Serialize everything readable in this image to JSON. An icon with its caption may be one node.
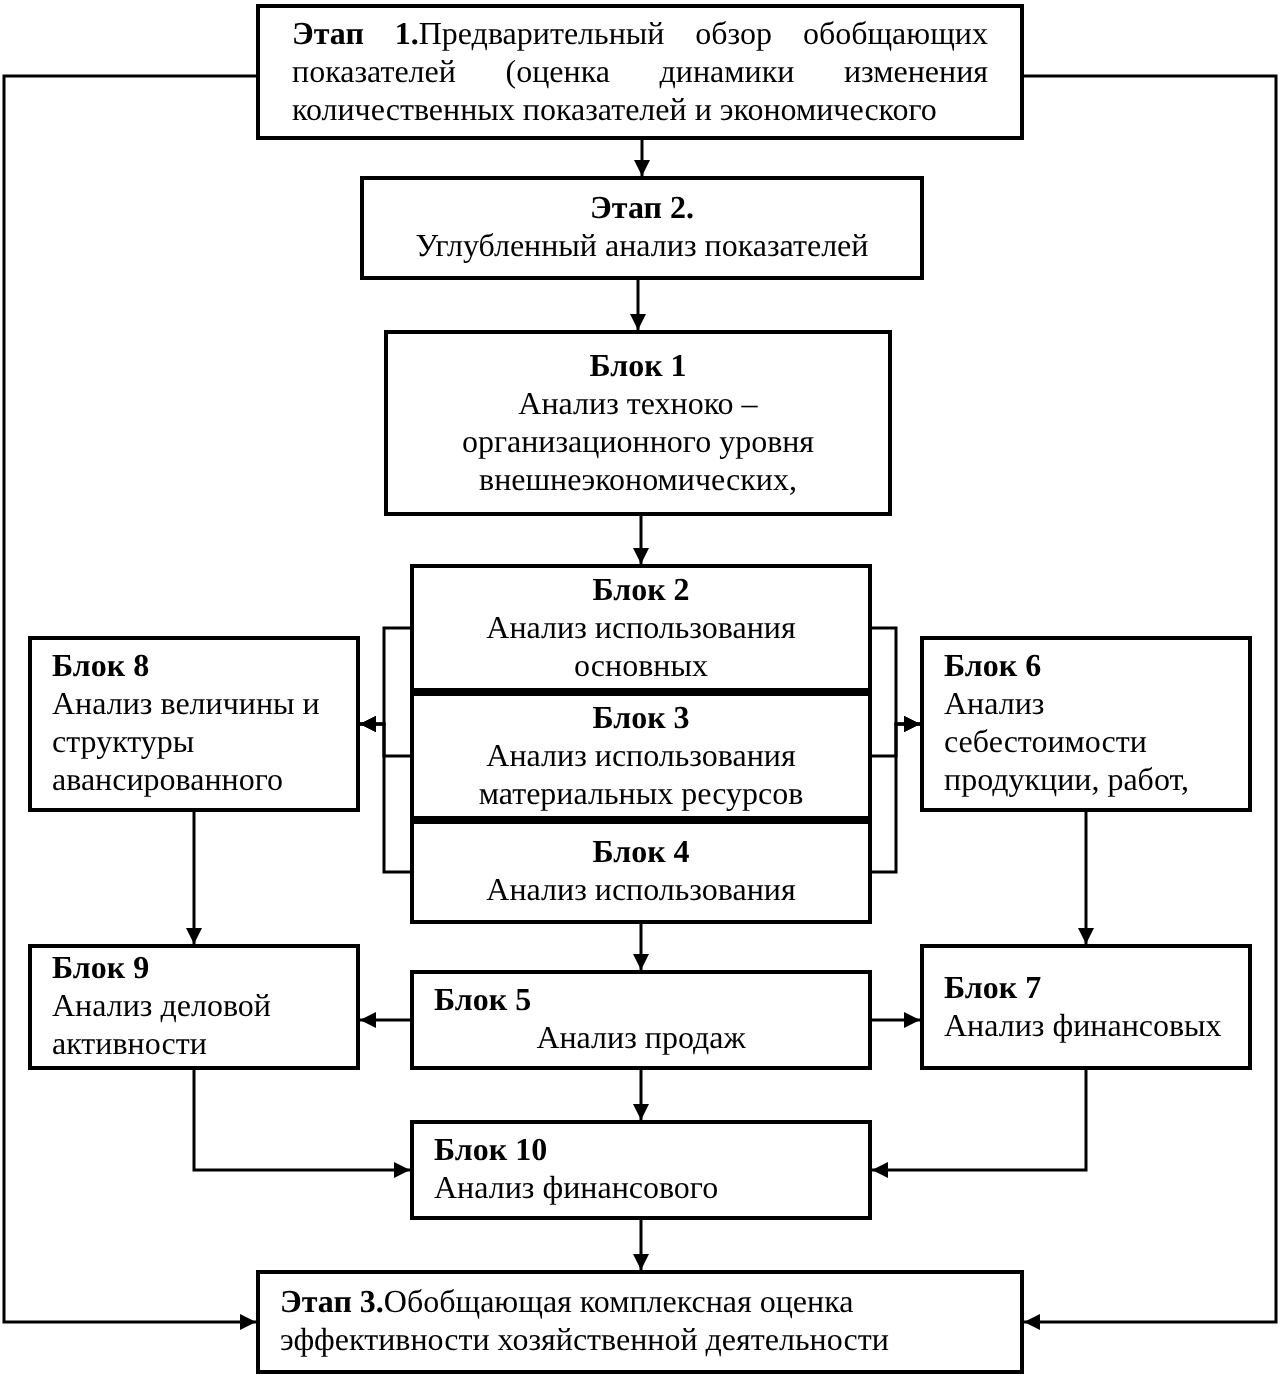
{
  "diagram": {
    "nodes": [
      {
        "text": [
          "**Этап 1.**Предварительный обзор обобщающих показателей (оценка динамики изменения количественных показателей и экономического"
        ]
      },
      {
        "text": [
          "Этап 2.",
          "Углубленный анализ показателей"
        ]
      },
      {
        "text": [
          "Блок 1",
          "Анализ техноко – организационного уровня внешнеэкономических,"
        ]
      },
      {
        "text": [
          "Блок 2",
          "Анализ использования основных"
        ]
      },
      {
        "text": [
          "Блок 3",
          "Анализ использования материальных ресурсов"
        ]
      },
      {
        "text": [
          "Блок 4",
          "Анализ использования"
        ]
      },
      {
        "text": [
          "Блок 8",
          "Анализ величины и структуры авансированного"
        ]
      },
      {
        "text": [
          "Блок 6",
          "Анализ себестоимости продукции, работ,"
        ]
      },
      {
        "text": [
          "Блок 9",
          "Анализ деловой активности"
        ]
      },
      {
        "text": [
          "Блок 5",
          "Анализ продаж"
        ]
      },
      {
        "text": [
          "Блок 7",
          "Анализ финансовых"
        ]
      },
      {
        "text": [
          "Блок 10",
          "Анализ финансового"
        ]
      },
      {
        "text": [
          "**Этап 3.**Обобщающая комплексная оценка эффективности хозяйственной деятельности"
        ]
      }
    ],
    "edges": [
      {
        "from": 0,
        "to": 1,
        "arrow": "to"
      },
      {
        "from": 1,
        "to": 2,
        "arrow": "to"
      },
      {
        "from": 2,
        "to": 3,
        "arrow": "to"
      },
      {
        "from": 3,
        "to": 6,
        "arrow": "to"
      },
      {
        "from": 4,
        "to": 6,
        "arrow": "to"
      },
      {
        "from": 5,
        "to": 6,
        "arrow": "to"
      },
      {
        "from": 3,
        "to": 7,
        "arrow": "to"
      },
      {
        "from": 4,
        "to": 7,
        "arrow": "to"
      },
      {
        "from": 5,
        "to": 7,
        "arrow": "to"
      },
      {
        "from": 5,
        "to": 9,
        "arrow": "to"
      },
      {
        "from": 6,
        "to": 8,
        "arrow": "to"
      },
      {
        "from": 7,
        "to": 10,
        "arrow": "to"
      },
      {
        "from": 9,
        "to": 8,
        "arrow": "to"
      },
      {
        "from": 9,
        "to": 10,
        "arrow": "to"
      },
      {
        "from": 9,
        "to": 11,
        "arrow": "to"
      },
      {
        "from": 8,
        "to": 11,
        "arrow": "to"
      },
      {
        "from": 10,
        "to": 11,
        "arrow": "to"
      },
      {
        "from": 11,
        "to": 12,
        "arrow": "to"
      },
      {
        "from": 0,
        "to": 12,
        "arrow": "to"
      },
      {
        "from": 0,
        "to": 12,
        "arrow": "to"
      }
    ]
  }
}
